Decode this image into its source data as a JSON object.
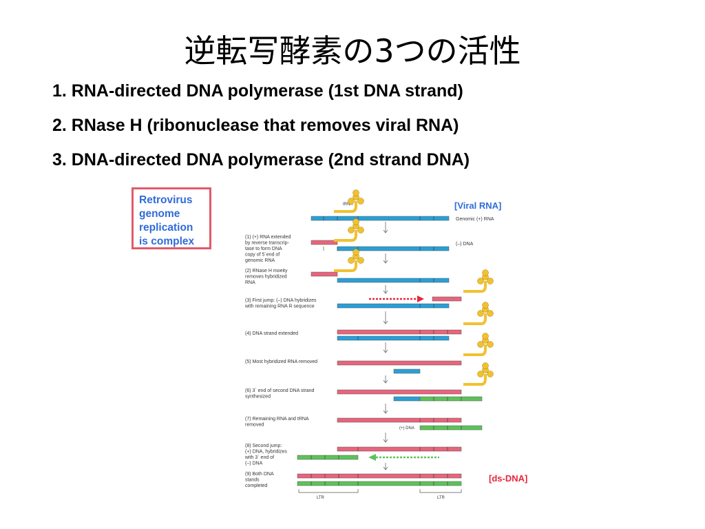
{
  "slide": {
    "title": "逆転写酵素の3つの活性",
    "bullets": [
      "1. RNA-directed DNA polymerase (1st DNA strand)",
      "2. RNase H (ribonuclease that removes viral RNA)",
      "3. DNA-directed DNA polymerase (2nd strand DNA)"
    ],
    "callout": [
      "Retrovirus",
      "genome",
      "replication",
      "is complex"
    ]
  },
  "diagram": {
    "viral_rna_label": "[Viral RNA]",
    "ds_dna_label": "[ds-DNA]",
    "trna_label": "tRNA",
    "genomic_label": "Genomic (+) RNA",
    "minus_dna_label": "(–) DNA",
    "plus_dna_label": "(+) DNA",
    "ltr_label": "LTR",
    "steps": [
      {
        "label": "(1) (+) RNA extended\nby reverse transcrip-\ntase to form DNA\ncopy of 5´end of\ngenomic RNA"
      },
      {
        "label": "(2) RNase H moeity\nremoves hybridized\nRNA"
      },
      {
        "label": "(3) First jump: (–) DNA hybridizes\nwith remaining RNA R sequence"
      },
      {
        "label": "(4) DNA strand extended"
      },
      {
        "label": "(5) Most hybridized RNA removed"
      },
      {
        "label": "(6) 3´ end of second DNA strand\nsynthesized"
      },
      {
        "label": "(7) Remaining RNA and tRNA\nremoved"
      },
      {
        "label": "(8) Second jump:\n(+) DNA, hybridizes\nwith 3´ end of\n(–) DNA"
      },
      {
        "label": "(9) Both DNA\nstands\ncompleted"
      }
    ],
    "colors": {
      "rna": "#2a9fd6",
      "minus_dna": "#e8647c",
      "plus_dna": "#5cc35a",
      "trna": "#f2c12e",
      "jump_red": "#e8263a",
      "jump_green": "#5cc35a",
      "callout_border": "#e05a6a",
      "callout_text": "#2f6bd8",
      "label_blue": "#2f6bd8",
      "label_red": "#e8263a"
    }
  }
}
